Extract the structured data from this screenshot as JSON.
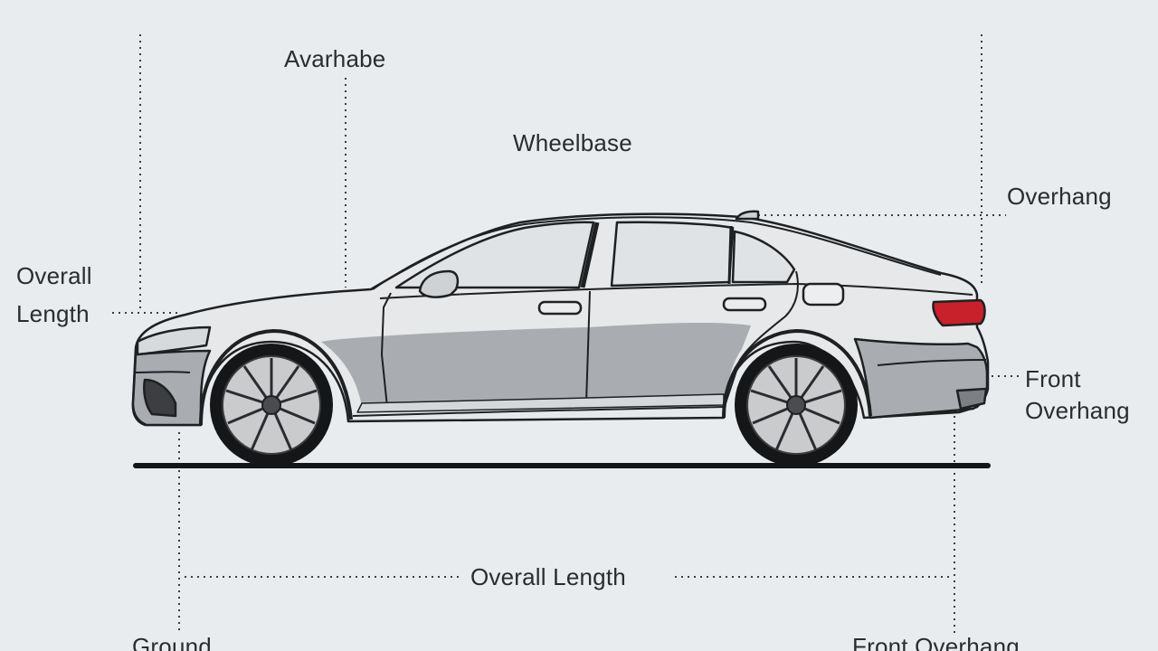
{
  "labels": {
    "top_left": "Avarhabe",
    "wheelbase": "Wheelbase",
    "overhang_top_right": "Overhang",
    "overall_length_left_line1": "Overall",
    "overall_length_left_line2": "Length",
    "front_overhang_right_line1": "Front",
    "front_overhang_right_line2": "Overhang",
    "overall_length_bottom": "Overall Length",
    "ground": "Ground",
    "front_overhang_bottom": "Front Overhang"
  },
  "colors": {
    "background": "#e9ecef",
    "body_light": "#e6e8ea",
    "body_dark": "#a9adb1",
    "outline": "#1e2022",
    "tail_light": "#c8212b",
    "tire": "#151618",
    "rim": "#c9cbcd"
  }
}
